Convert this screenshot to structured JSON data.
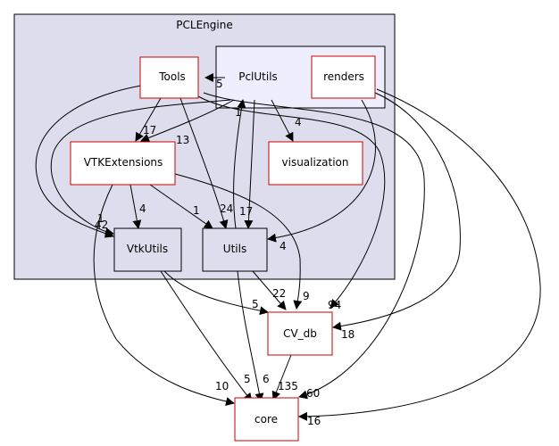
{
  "clusters": [
    {
      "id": "pclengine",
      "label": "PCLEngine",
      "fill": "#ddddee",
      "stroke": "#000000"
    },
    {
      "id": "pclutils",
      "label": "PclUtils",
      "fill": "#eeeeff",
      "stroke": "#000000"
    }
  ],
  "nodes": [
    {
      "id": "tools",
      "label": "Tools",
      "fill": "#ffffff",
      "stroke": "#cc0000"
    },
    {
      "id": "renders",
      "label": "renders",
      "fill": "#ffffff",
      "stroke": "#cc0000"
    },
    {
      "id": "vtkextensions",
      "label": "VTKExtensions",
      "fill": "#ffffff",
      "stroke": "#cc0000"
    },
    {
      "id": "visualization",
      "label": "visualization",
      "fill": "#ffffff",
      "stroke": "#cc0000"
    },
    {
      "id": "vtkutils",
      "label": "VtkUtils",
      "fill": "#ddddee",
      "stroke": "#000000"
    },
    {
      "id": "utils",
      "label": "Utils",
      "fill": "#ddddee",
      "stroke": "#000000"
    },
    {
      "id": "cv_db",
      "label": "CV_db",
      "fill": "#ffffff",
      "stroke": "#cc0000"
    },
    {
      "id": "core",
      "label": "core",
      "fill": "#ffffff",
      "stroke": "#cc0000"
    }
  ],
  "edge_labels": [
    {
      "id": "pclutils-tools",
      "text": "5"
    },
    {
      "id": "pclutils-vtkext",
      "text": "13"
    },
    {
      "id": "pclutils-utils",
      "text": "17"
    },
    {
      "id": "pclutils-visualization",
      "text": "4"
    },
    {
      "id": "pclutils-vtkutils",
      "text": "1"
    },
    {
      "id": "tools-vtkext",
      "text": "17"
    },
    {
      "id": "tools-utils",
      "text": "24"
    },
    {
      "id": "tools-vtkutils",
      "text": "42"
    },
    {
      "id": "tools-cvdb",
      "text": "94"
    },
    {
      "id": "tools-core",
      "text": "60"
    },
    {
      "id": "renders-utils",
      "text": "4"
    },
    {
      "id": "renders-cvdb",
      "text": "18"
    },
    {
      "id": "renders-core",
      "text": "16"
    },
    {
      "id": "utils-pclutils",
      "text": "1"
    },
    {
      "id": "vtkext-vtkutils",
      "text": "4"
    },
    {
      "id": "vtkext-utils",
      "text": "1"
    },
    {
      "id": "vtkext-cvdb",
      "text": "9"
    },
    {
      "id": "vtkext-core",
      "text": "10"
    },
    {
      "id": "vtkutils-cvdb",
      "text": "5"
    },
    {
      "id": "vtkutils-core",
      "text": "5"
    },
    {
      "id": "utils-cvdb",
      "text": "22"
    },
    {
      "id": "utils-core",
      "text": "6"
    },
    {
      "id": "cvdb-core",
      "text": "135"
    }
  ]
}
